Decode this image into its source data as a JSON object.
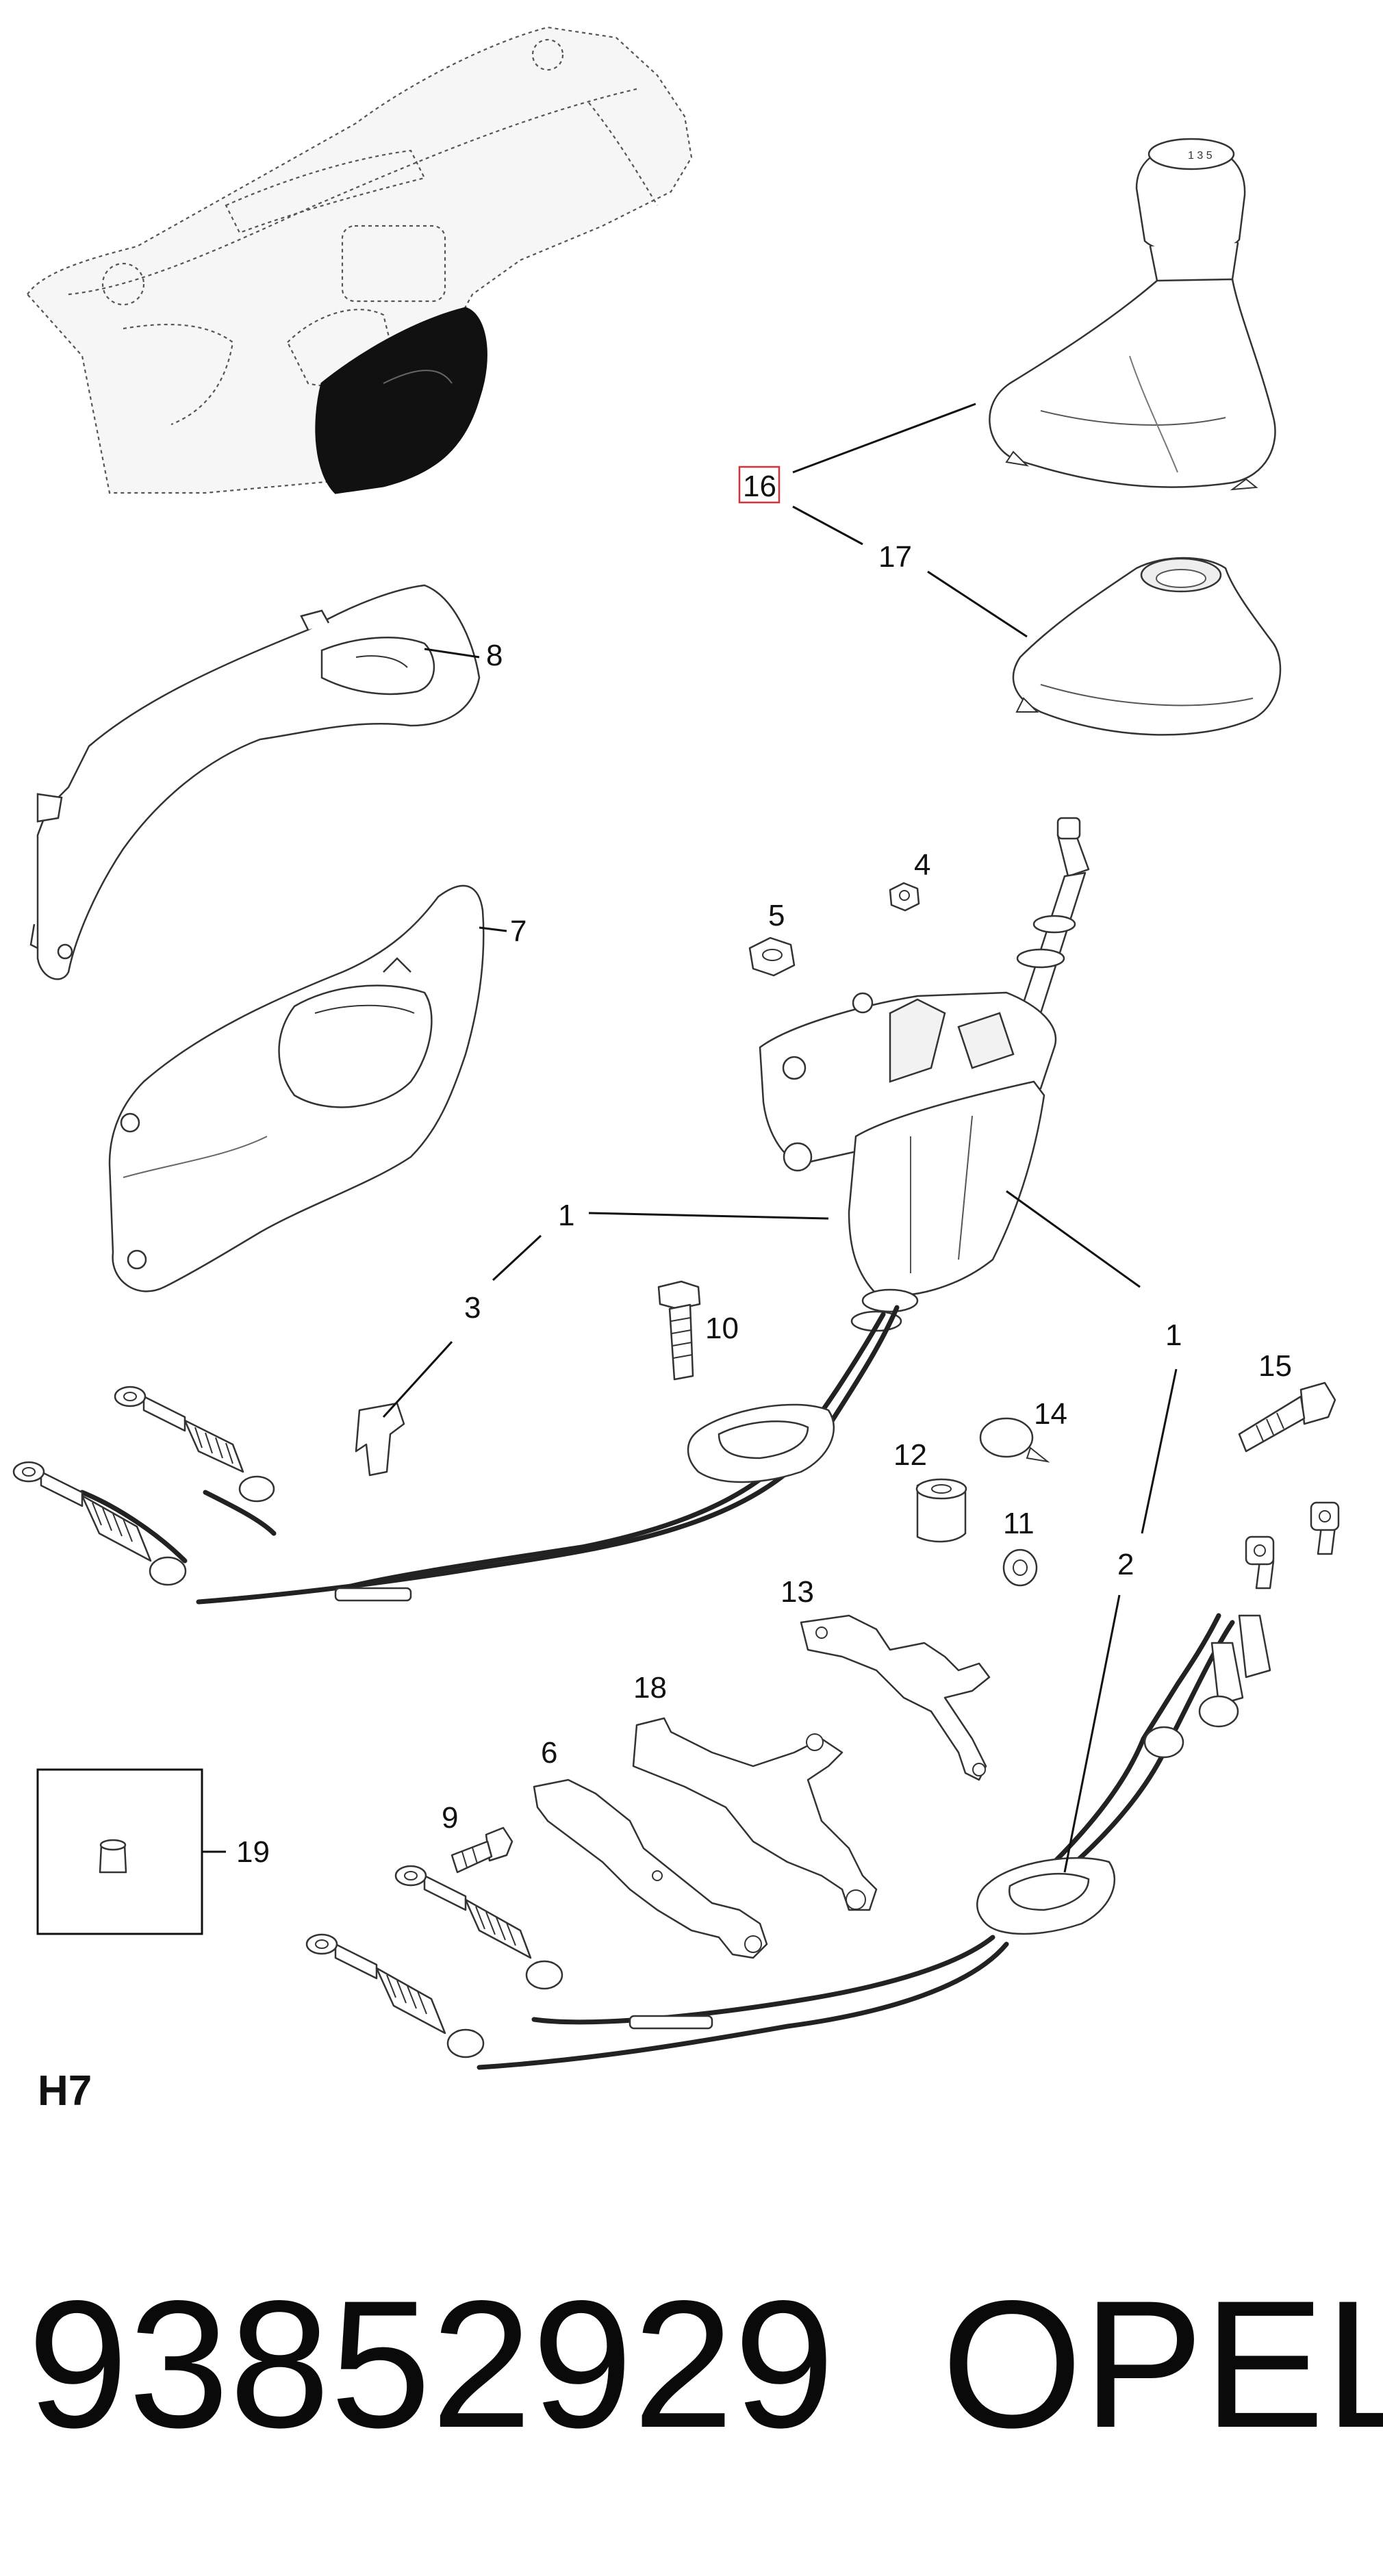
{
  "callouts": [
    {
      "id": "c16",
      "label": "16",
      "highlighted": true
    },
    {
      "id": "c17",
      "label": "17"
    },
    {
      "id": "c8",
      "label": "8"
    },
    {
      "id": "c7",
      "label": "7"
    },
    {
      "id": "c4",
      "label": "4"
    },
    {
      "id": "c5",
      "label": "5"
    },
    {
      "id": "c1a",
      "label": "1"
    },
    {
      "id": "c1b",
      "label": "1"
    },
    {
      "id": "c3",
      "label": "3"
    },
    {
      "id": "c10",
      "label": "10"
    },
    {
      "id": "c15",
      "label": "15"
    },
    {
      "id": "c14",
      "label": "14"
    },
    {
      "id": "c12",
      "label": "12"
    },
    {
      "id": "c11",
      "label": "11"
    },
    {
      "id": "c2",
      "label": "2"
    },
    {
      "id": "c13",
      "label": "13"
    },
    {
      "id": "c18",
      "label": "18"
    },
    {
      "id": "c6",
      "label": "6"
    },
    {
      "id": "c9",
      "label": "9"
    },
    {
      "id": "c19",
      "label": "19"
    }
  ],
  "section_code": "H7",
  "footer": {
    "part_number": "93852929",
    "brand": "OPEL"
  },
  "colors": {
    "ink": "#111111",
    "highlight_box": "#d6303a",
    "background": "#ffffff"
  }
}
